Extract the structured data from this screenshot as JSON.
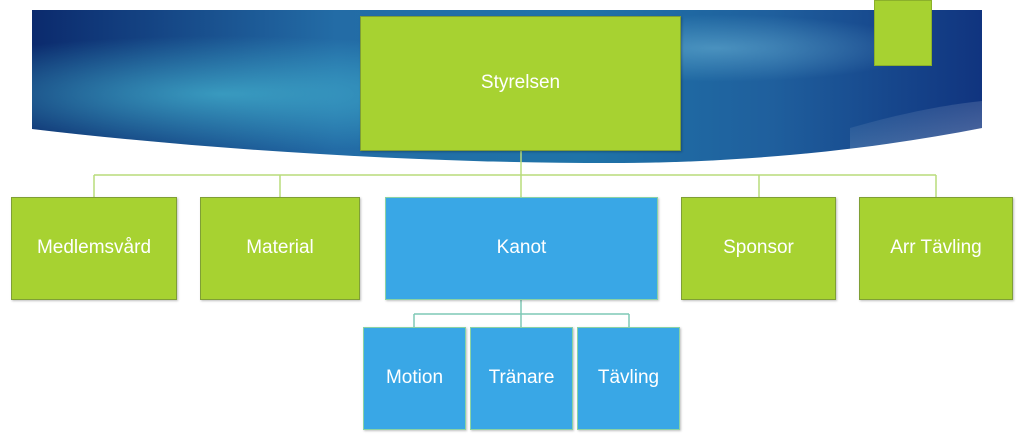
{
  "colors": {
    "green_node": "#a7d231",
    "blue_node": "#39a7e6",
    "banner_dark": "#0d2f78",
    "banner_light": "#2a8fbd",
    "connector": "#b8dc7a"
  },
  "org_chart": {
    "root": {
      "label": "Styrelsen"
    },
    "level1": [
      {
        "label": "Medlemsvård"
      },
      {
        "label": "Material"
      },
      {
        "label": "Kanot"
      },
      {
        "label": "Sponsor"
      },
      {
        "label": "Arr Tävling"
      }
    ],
    "kanot_children": [
      {
        "label": "Motion"
      },
      {
        "label": "Tränare"
      },
      {
        "label": "Tävling"
      }
    ]
  }
}
